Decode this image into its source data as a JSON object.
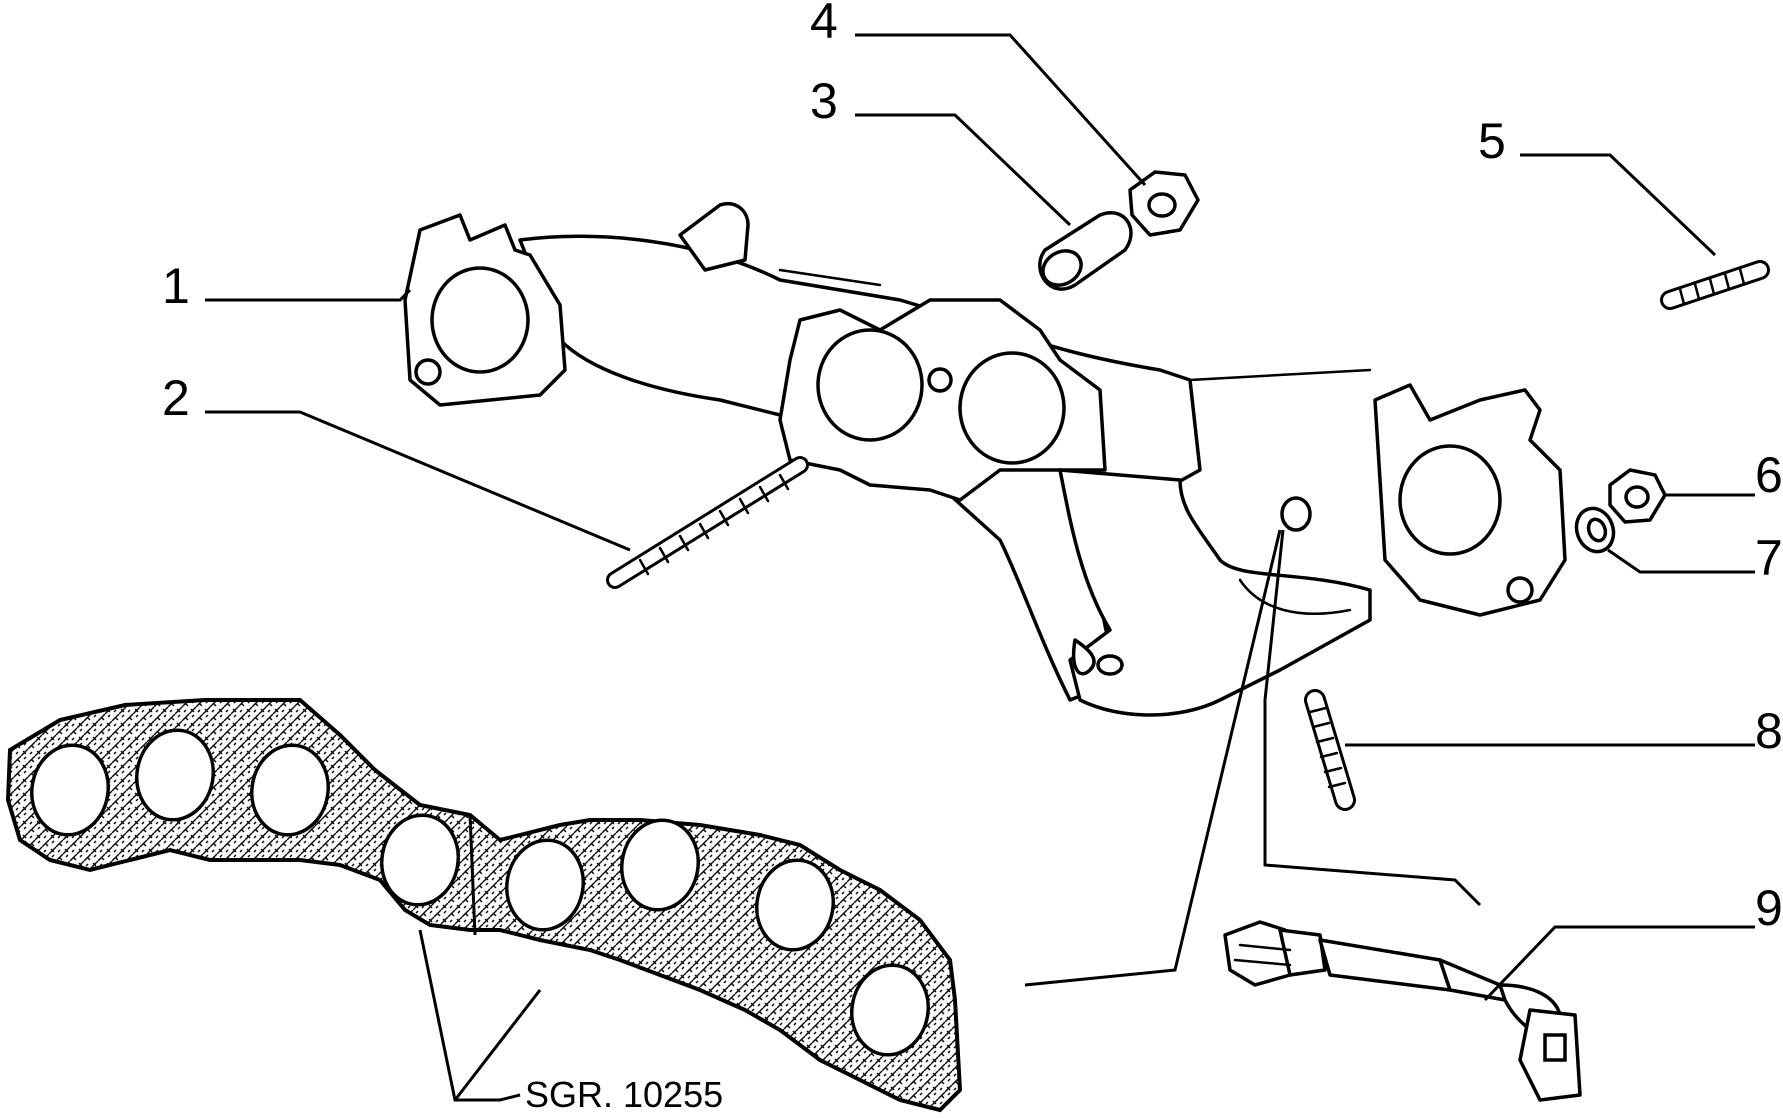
{
  "callouts": [
    {
      "id": "1",
      "label": "1"
    },
    {
      "id": "2",
      "label": "2"
    },
    {
      "id": "3",
      "label": "3"
    },
    {
      "id": "4",
      "label": "4"
    },
    {
      "id": "5",
      "label": "5"
    },
    {
      "id": "6",
      "label": "6"
    },
    {
      "id": "7",
      "label": "7"
    },
    {
      "id": "8",
      "label": "8"
    },
    {
      "id": "9",
      "label": "9"
    }
  ],
  "reference": "SGR. 10255",
  "colors": {
    "line": "#000000",
    "background": "#ffffff"
  }
}
